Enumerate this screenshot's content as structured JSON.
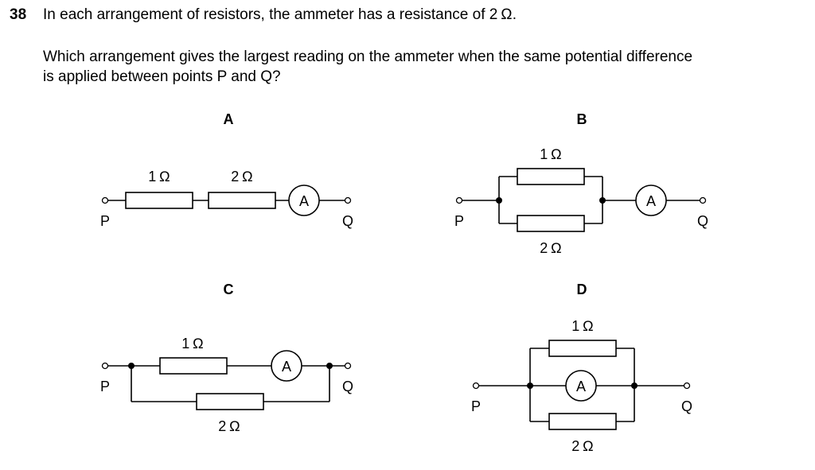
{
  "question": {
    "number": "38",
    "line1": "In each arrangement of resistors, the ammeter has a resistance of 2 Ω.",
    "line2": "Which arrangement gives the largest reading on the ammeter when the same potential difference",
    "line3": "is applied between points P and Q?"
  },
  "options": [
    {
      "label": "A",
      "r1": "1 Ω",
      "r2": "2 Ω",
      "ammeter": "A",
      "p": "P",
      "q": "Q"
    },
    {
      "label": "B",
      "r1": "1 Ω",
      "r2": "2 Ω",
      "ammeter": "A",
      "p": "P",
      "q": "Q"
    },
    {
      "label": "C",
      "r1": "1 Ω",
      "r2": "2 Ω",
      "ammeter": "A",
      "p": "P",
      "q": "Q"
    },
    {
      "label": "D",
      "r1": "1 Ω",
      "r2": "2 Ω",
      "ammeter": "A",
      "p": "P",
      "q": "Q"
    }
  ]
}
